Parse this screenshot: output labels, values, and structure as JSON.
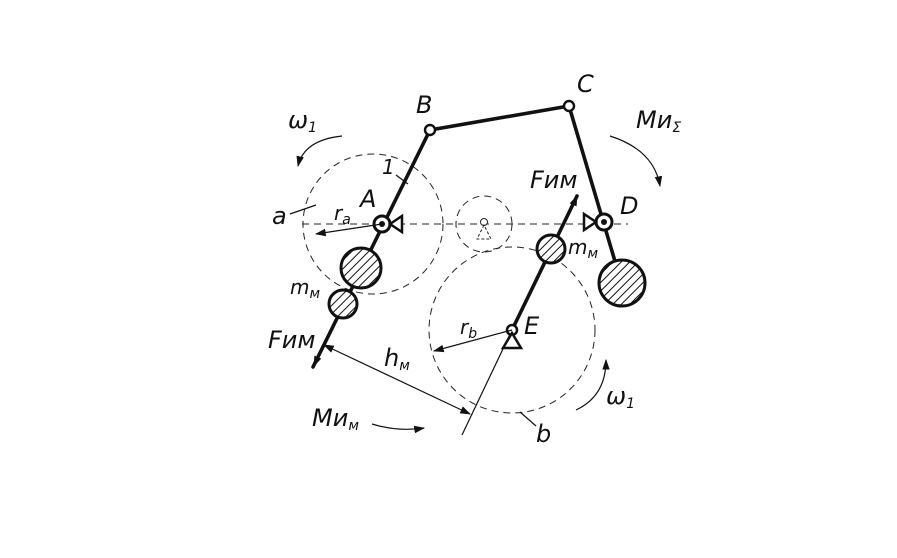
{
  "labels": {
    "B": "B",
    "C": "C",
    "A": "A",
    "D": "D",
    "E": "E",
    "one": "1",
    "a": "a",
    "b": "b",
    "omega_top": "ω",
    "omega_top_sub": "1",
    "omega_bottom": "ω",
    "omega_bottom_sub": "1",
    "M_sigma": "Mи",
    "M_sigma_sub": "Σ",
    "F_top": "Fим",
    "F_left": "Fим",
    "m_left": "m",
    "m_left_sub": "м",
    "m_right": "m",
    "m_right_sub": "м",
    "r_a": "r",
    "r_a_sub": "a",
    "r_b": "r",
    "r_b_sub": "b",
    "h_m": "h",
    "h_m_sub": "м",
    "M_im": "Mи",
    "M_im_sub": "м"
  },
  "colors": {
    "ink": "#111111",
    "background": "#ffffff"
  }
}
